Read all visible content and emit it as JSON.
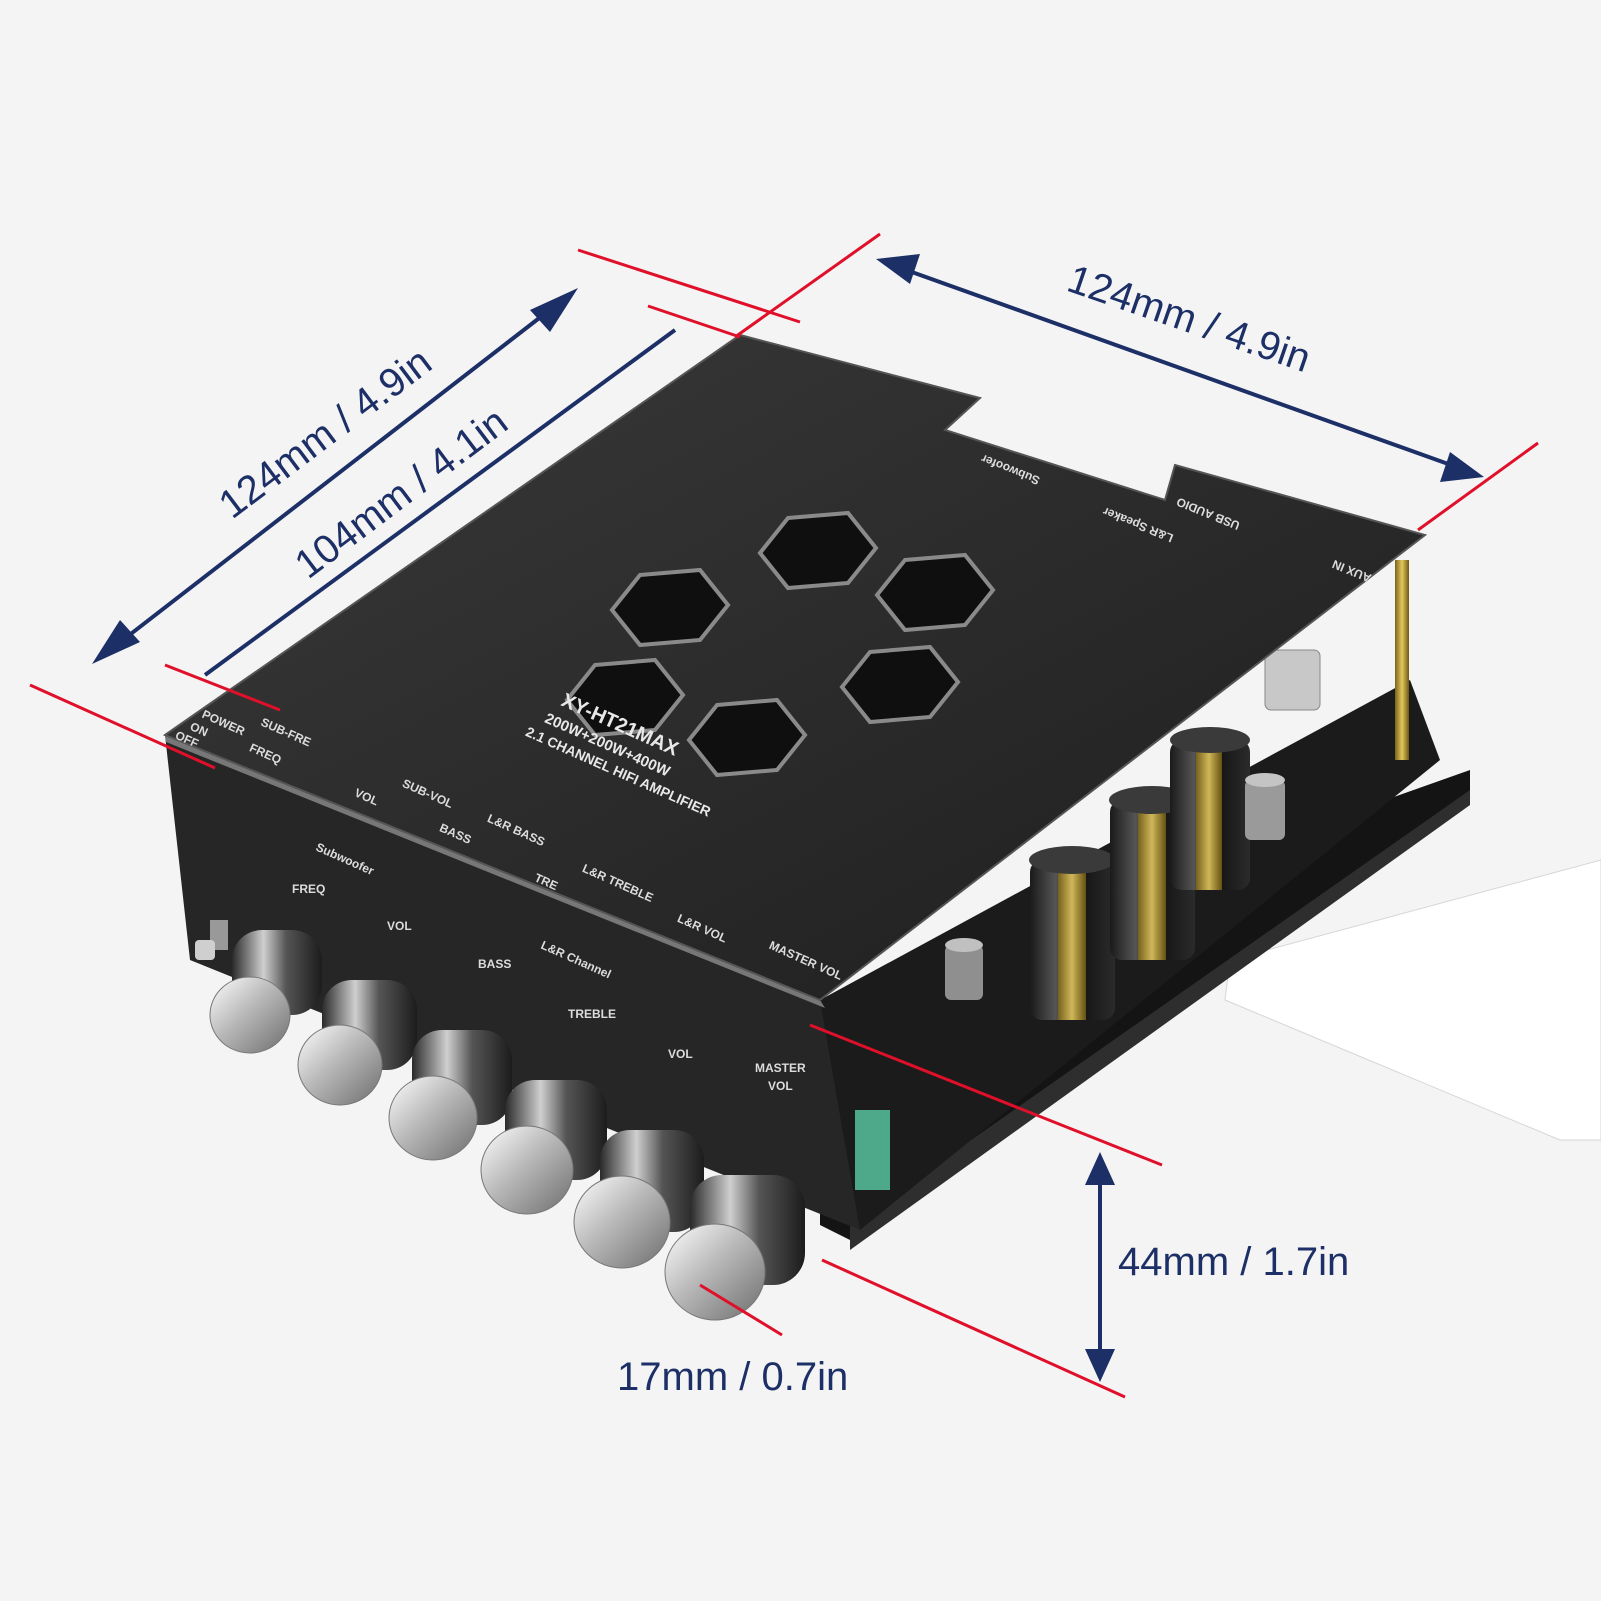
{
  "colors": {
    "background": "#f4f4f4",
    "dimension_text": "#1c2f66",
    "dimension_arrow": "#1c2f66",
    "extension_line": "#e0102a",
    "board": "#232323",
    "knob": "#c9c9c9"
  },
  "dimensions": {
    "left_outer": "124mm / 4.9in",
    "left_inner": "104mm / 4.1in",
    "top_right": "124mm / 4.9in",
    "height": "44mm / 1.7in",
    "knob_height": "17mm / 0.7in"
  },
  "board": {
    "model": "XY-HT21MAX",
    "power_rating": "200W+200W+400W",
    "description": "2.1 CHANNEL HIFI AMPLIFIER",
    "power_label": "POWER",
    "on_label": "ON",
    "off_label": "OFF",
    "usb_label": "USB AUDIO",
    "aux_label": "AUX IN",
    "speaker_label": "L&R Speaker",
    "subwoofer_label": "Subwoofer"
  },
  "panel_labels": {
    "sub_fre": "SUB-FRE",
    "freq": "FREQ",
    "sub_vol": "SUB-VOL",
    "vol": "VOL",
    "lr_bass": "L&R BASS",
    "bass": "BASS",
    "lr_treble": "L&R TREBLE",
    "tre": "TRE",
    "lr_vol": "L&R VOL",
    "master_vol": "MASTER VOL"
  },
  "front_labels": {
    "subwoofer": "Subwoofer",
    "freq": "FREQ",
    "vol": "VOL",
    "lr_channel": "L&R Channel",
    "bass": "BASS",
    "treble": "TREBLE",
    "lr_vol": "VOL",
    "master": "MASTER",
    "master_vol": "VOL"
  }
}
